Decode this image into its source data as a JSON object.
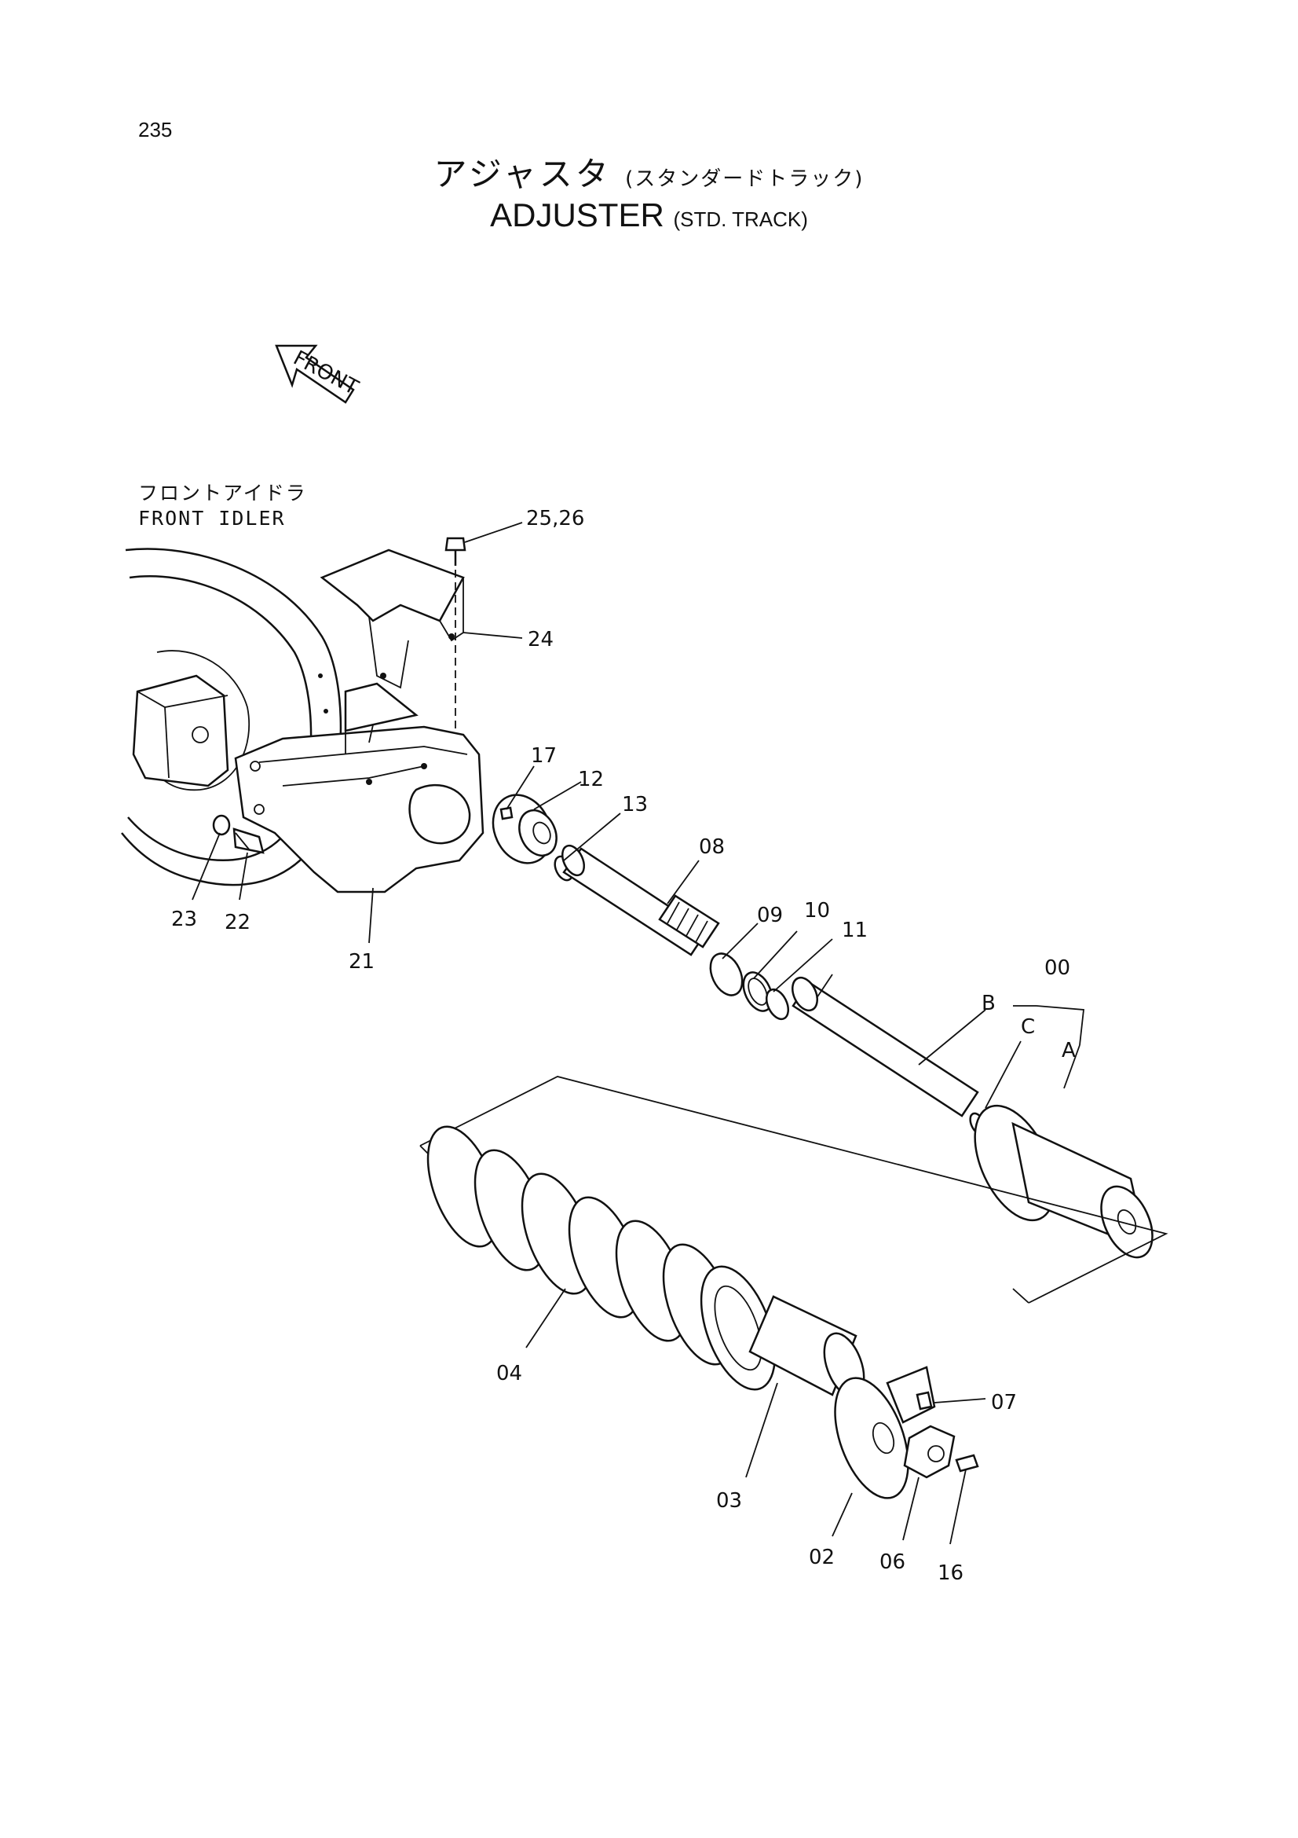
{
  "page": {
    "number": "235"
  },
  "title": {
    "jp": "アジャスタ",
    "jp_sub": "(スタンダードトラック)",
    "en": "ADJUSTER",
    "en_sub": "(STD. TRACK)"
  },
  "front_arrow": {
    "label": "FRONT"
  },
  "front_idler_note": {
    "jp": "フロントアイドラ",
    "en": "FRONT IDLER"
  },
  "callouts": [
    {
      "id": "25_26",
      "label": "25,26"
    },
    {
      "id": "24",
      "label": "24"
    },
    {
      "id": "17",
      "label": "17"
    },
    {
      "id": "12",
      "label": "12"
    },
    {
      "id": "13",
      "label": "13"
    },
    {
      "id": "08",
      "label": "08"
    },
    {
      "id": "09",
      "label": "09"
    },
    {
      "id": "10",
      "label": "10"
    },
    {
      "id": "11",
      "label": "11"
    },
    {
      "id": "00",
      "label": "00"
    },
    {
      "id": "B",
      "label": "B"
    },
    {
      "id": "C",
      "label": "C"
    },
    {
      "id": "A",
      "label": "A"
    },
    {
      "id": "23",
      "label": "23"
    },
    {
      "id": "22",
      "label": "22"
    },
    {
      "id": "21",
      "label": "21"
    },
    {
      "id": "04",
      "label": "04"
    },
    {
      "id": "07",
      "label": "07"
    },
    {
      "id": "03",
      "label": "03"
    },
    {
      "id": "02",
      "label": "02"
    },
    {
      "id": "06",
      "label": "06"
    },
    {
      "id": "16",
      "label": "16"
    }
  ]
}
